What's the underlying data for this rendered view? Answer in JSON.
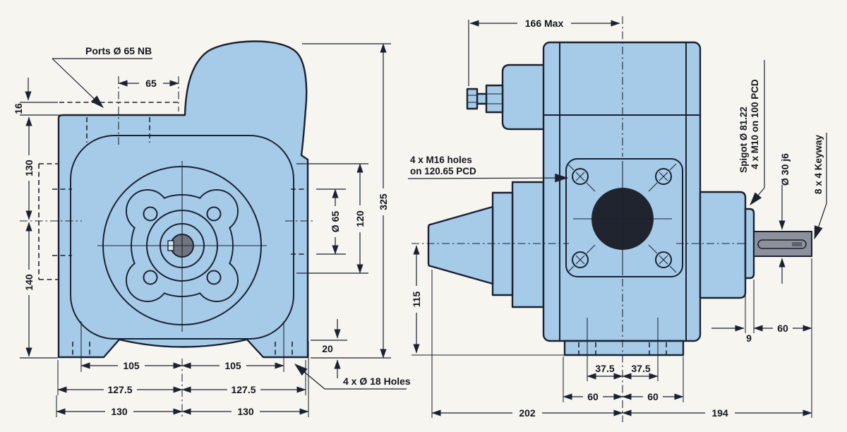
{
  "drawing": {
    "type": "engineering-dimension-drawing",
    "colors": {
      "background": "#f6f5f0",
      "body_fill": "#a6cbe9",
      "line": "#1b2130",
      "shaft_fill": "#8d919b",
      "port_fill": "#20242e"
    }
  },
  "front_view": {
    "port_label": "Ports Ø 65 NB",
    "holes_label": "4 x Ø 18 Holes",
    "dim_port_offset": "65",
    "dim_lip": "16",
    "dim_upper": "130",
    "dim_lower": "140",
    "dim_foot_l": "105",
    "dim_foot_r": "105",
    "dim_mid_l": "127.5",
    "dim_mid_r": "127.5",
    "dim_full_l": "130",
    "dim_full_r": "130",
    "dim_foot_h": "20",
    "dim_port_dia": "Ø 65",
    "dim_flange": "120",
    "dim_overall": "325"
  },
  "side_view": {
    "dim_valve": "166 Max",
    "m16_line1": "4 x M16 holes",
    "m16_line2": "on 120.65 PCD",
    "spigot_label": "Spigot Ø 81.22",
    "m10_label": "4 x M10 on 100 PCD",
    "shaft_dia_label": "Ø 30 j6",
    "keyway_label": "8 x 4 Keyway",
    "dim_centre": "115",
    "dim_foot_a": "37.5",
    "dim_foot_b": "37.5",
    "dim_foot_c": "60",
    "dim_foot_d": "60",
    "dim_left": "202",
    "dim_right": "194",
    "dim_spigot": "9",
    "dim_shaft": "60"
  }
}
